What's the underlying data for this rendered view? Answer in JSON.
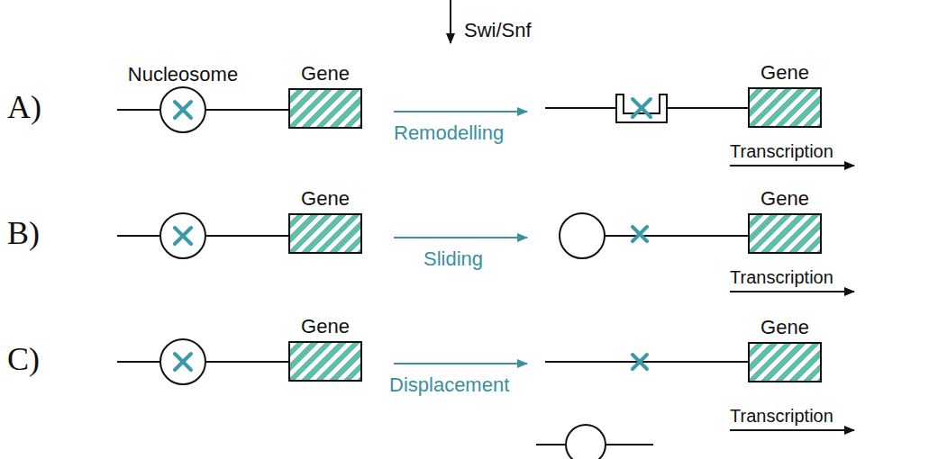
{
  "diagram": {
    "nodes": [
      {
        "text": [
          "Nucleosome"
        ]
      },
      {
        "text": [
          "Gene"
        ]
      },
      {
        "text": [
          "Gene"
        ]
      },
      {
        "text": [
          "Gene"
        ]
      },
      {
        "text": [
          "Gene"
        ]
      },
      {
        "text": [
          "Gene"
        ]
      },
      {
        "text": [
          "Gene"
        ]
      }
    ],
    "edges": [
      {
        "from": 0,
        "to": 1,
        "arrow": "none"
      }
    ],
    "labels": [
      "Swi/Snf",
      "A)",
      "Remodelling",
      "Transcription",
      "B)",
      "Sliding",
      "Transcription",
      "C)",
      "Displacement",
      "Transcription"
    ]
  }
}
